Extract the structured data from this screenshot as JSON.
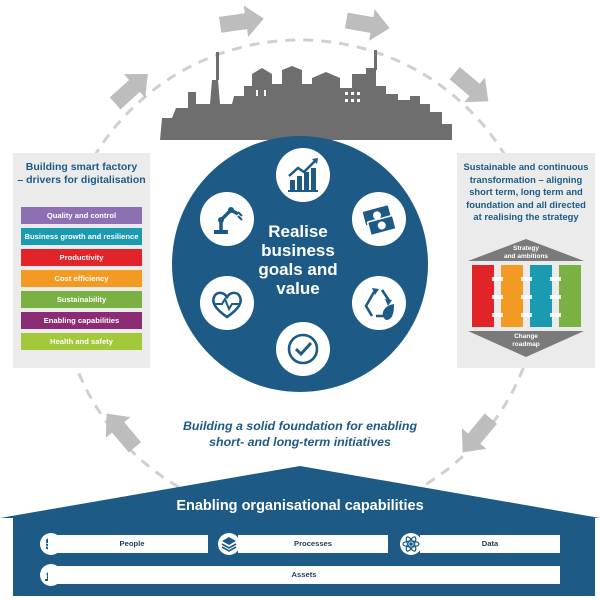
{
  "left_panel": {
    "title_lines": [
      "Building smart factory",
      "– drivers for digitalisation"
    ],
    "drivers": [
      {
        "label": "Quality and control",
        "color": "#8d6fb4"
      },
      {
        "label": "Business growth and resilience",
        "color": "#1b9bb1"
      },
      {
        "label": "Productivity",
        "color": "#e2232a"
      },
      {
        "label": "Cost efficiency",
        "color": "#f39a22"
      },
      {
        "label": "Sustainability",
        "color": "#7bb043"
      },
      {
        "label": "Enabling capabilities",
        "color": "#8b2b73"
      },
      {
        "label": "Health and safety",
        "color": "#a3c83a"
      }
    ]
  },
  "right_panel": {
    "title_lines": [
      "Sustainable and continuous",
      "transformation – aligning",
      "short term, long term and",
      "foundation and all directed",
      "at realising the strategy"
    ],
    "strategy_label_lines": [
      "Strategy",
      "and ambitions"
    ],
    "change_label_lines": [
      "Change",
      "roadmap"
    ],
    "pillar_colors": [
      "#e2232a",
      "#f39a22",
      "#1b9bb1",
      "#7bb043"
    ]
  },
  "center": {
    "text_lines": [
      "Realise",
      "business",
      "goals and",
      "value"
    ],
    "icons": [
      "growth-chart-icon",
      "money-icon",
      "recycle-leaf-icon",
      "check-circle-icon",
      "heart-pulse-icon",
      "robot-arm-icon"
    ]
  },
  "foundation": {
    "text_lines": [
      "Building a solid foundation for enabling",
      "short- and long-term initiatives"
    ]
  },
  "capabilities": {
    "title": "Enabling organisational capabilities",
    "people": "People",
    "processes": "Processes",
    "data": "Data",
    "assets": "Assets"
  },
  "colors": {
    "navy": "#1d5b86",
    "arrow_gray": "#bdbdbd",
    "skyline_gray": "#6e6e6e",
    "panel_bg": "#ebebeb"
  }
}
